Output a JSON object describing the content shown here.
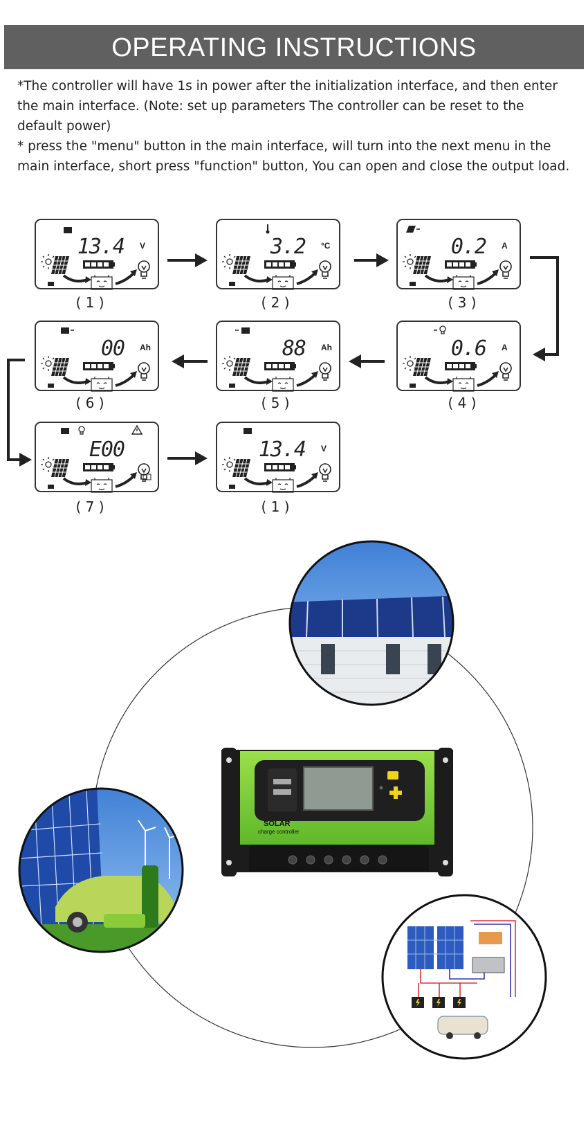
{
  "header": {
    "title": "OPERATING INSTRUCTIONS"
  },
  "instructions": [
    "*The controller will have 1s in power after the initialization interface, and then enter the main interface. (Note: set up parameters The controller can be reset to the default power)",
    "* press the \"menu\" button in the main interface, will turn into the next menu in the main interface, short press \"function\" button, You can open and close the output load."
  ],
  "screens": [
    {
      "value": "13.4",
      "unit": "V",
      "label": "( 1 )"
    },
    {
      "value": "3.2",
      "unit": "°C",
      "label": "( 2 )"
    },
    {
      "value": "0.2",
      "unit": "A",
      "label": "( 3 )"
    },
    {
      "value": "0.6",
      "unit": "A",
      "label": "( 4 )"
    },
    {
      "value": "88",
      "unit": "Ah",
      "label": "( 5 )"
    },
    {
      "value": "00",
      "unit": "Ah",
      "label": "( 6 )"
    },
    {
      "value": "E00",
      "unit": "",
      "label": "( 7 )"
    },
    {
      "value": "13.4",
      "unit": "V",
      "label": "( 1 )"
    }
  ],
  "product": {
    "brand": "SOLAR",
    "subtitle": "charge controller"
  },
  "colors": {
    "banner": "#606060",
    "controller_green": "#7ed43a",
    "controller_black": "#1c1c1c",
    "button_yellow": "#f2d31c"
  },
  "icons": [
    "sun-icon",
    "solar-panel-icon",
    "battery-icon",
    "bulb-icon",
    "thermometer-icon",
    "warning-icon",
    "usb-icon"
  ]
}
